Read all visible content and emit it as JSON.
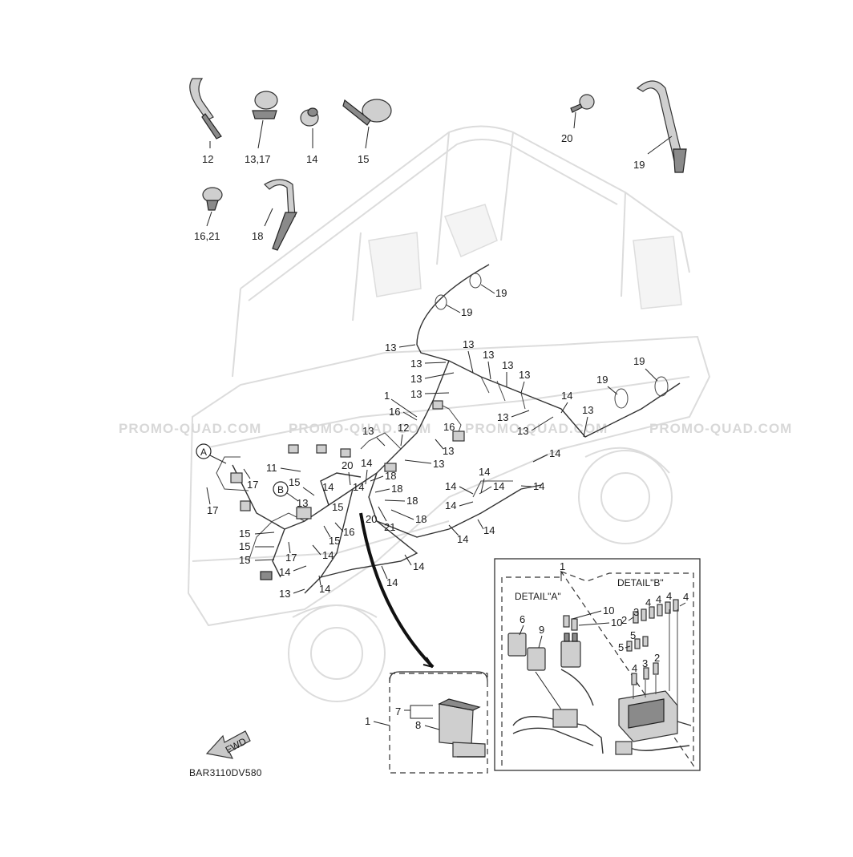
{
  "watermark": "PROMO-QUAD.COM",
  "diagram_code": "BAR3110DV580",
  "fwd_label": "FWD",
  "detail_a_label": "DETAIL\"A\"",
  "detail_b_label": "DETAIL\"B\"",
  "callout_a": "A",
  "callout_b": "B",
  "labels": {
    "p12": "12",
    "p13_17": "13,17",
    "p14": "14",
    "p15": "15",
    "p20": "20",
    "p19": "19",
    "p16_21": "16,21",
    "p18": "18",
    "n1": "1",
    "n2": "2",
    "n3": "3",
    "n4": "4",
    "n5": "5",
    "n6": "6",
    "n7": "7",
    "n8": "8",
    "n9": "9",
    "n10": "10",
    "n11": "11",
    "n12": "12",
    "n13": "13",
    "n14": "14",
    "n15": "15",
    "n16": "16",
    "n17": "17",
    "n18": "18",
    "n19": "19",
    "n20": "20",
    "n21": "21"
  }
}
